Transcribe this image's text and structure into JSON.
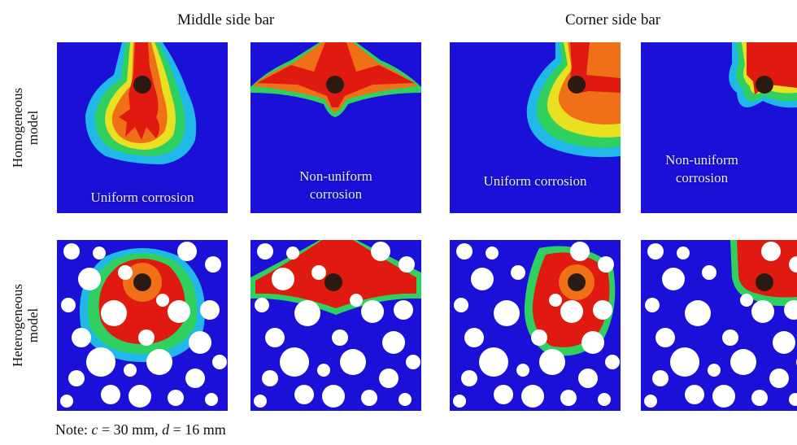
{
  "columns": {
    "middle": "Middle side bar",
    "corner": "Corner side bar"
  },
  "rows": {
    "homogeneous": [
      "Homogeneous",
      "model"
    ],
    "heterogeneous": [
      "Heterogeneous",
      "model"
    ]
  },
  "captions": {
    "uniform": "Uniform corrosion",
    "nonuniform_line1": "Non-uniform",
    "nonuniform_line2": "corrosion"
  },
  "note": {
    "prefix": "Note: ",
    "c_sym": "c",
    "c_val": " = 30 mm, ",
    "d_sym": "d",
    "d_val": " = 16 mm"
  },
  "colors": {
    "matrix": "#1a10d8",
    "aggregate": "#ffffff",
    "damage_high": "#e01a10",
    "damage_mid": "#f07018",
    "damage_low": "#e8e020",
    "transition": "#30d060",
    "edge": "#20b8e8",
    "rebar": "#2a1a12"
  }
}
